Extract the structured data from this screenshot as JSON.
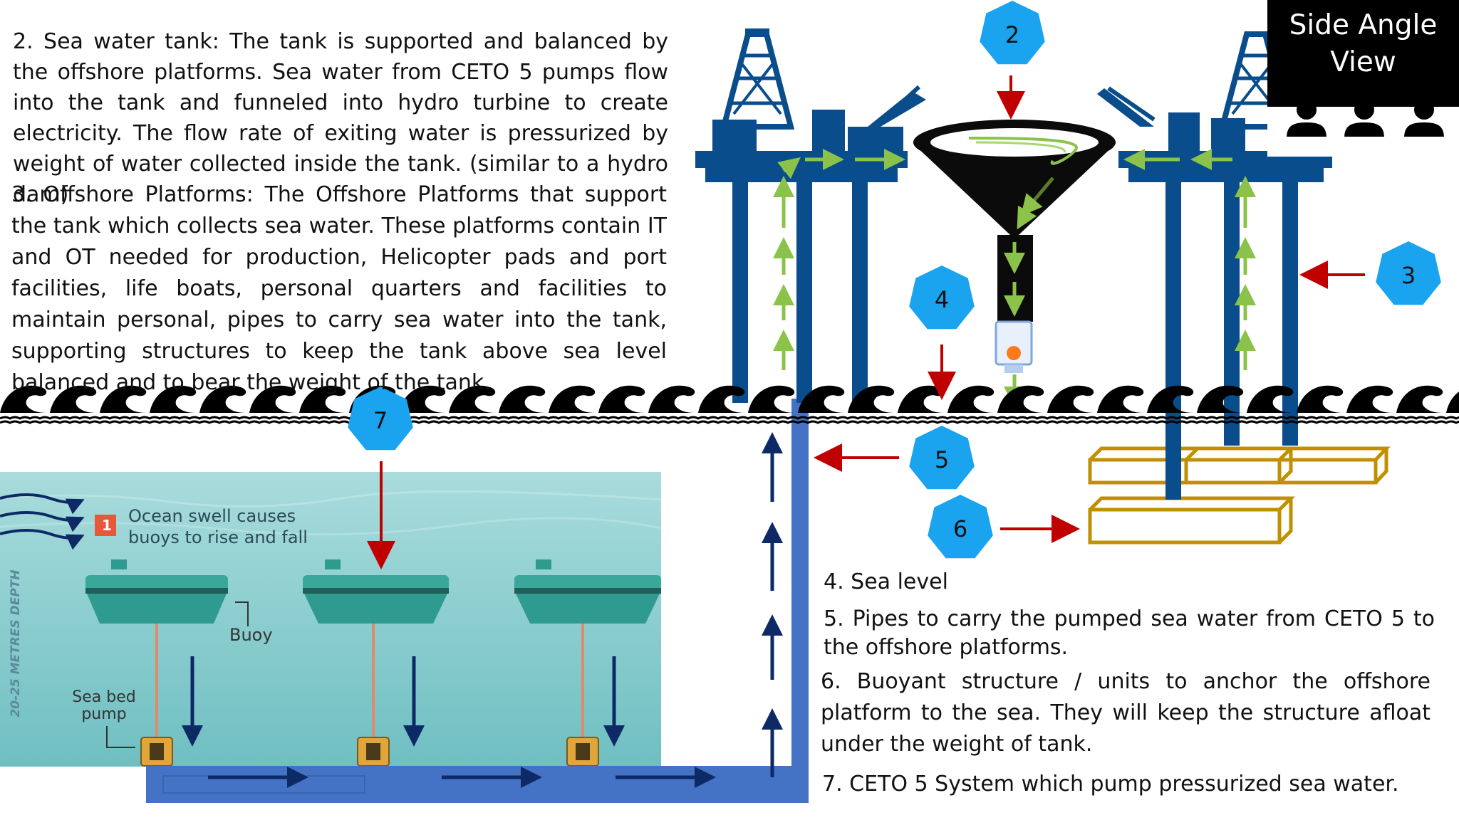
{
  "texts": {
    "item2": "2. Sea water tank: The tank is supported and balanced by the offshore platforms. Sea water from CETO 5 pumps flow into the tank and funneled into hydro turbine to create electricity. The flow rate of exiting water is pressurized by weight of water collected inside the tank. (similar to a hydro dam)",
    "item3": "3. Offshore Platforms: The Offshore Platforms that support the tank which collects sea water. These platforms contain IT and OT needed for production, Helicopter pads and port facilities, life boats, personal quarters and facilities to maintain personal, pipes to carry sea water into the tank, supporting structures to keep the tank above sea level balanced and to bear the weight of the tank.",
    "item4": "4. Sea level",
    "item5": "5. Pipes to carry the pumped sea water from CETO 5 to the offshore platforms.",
    "item6": "6. Buoyant structure / units to anchor the offshore platform to the sea. They will keep the structure afloat under the weight of tank.",
    "item7": "7. CETO 5 System which pump pressurized sea water."
  },
  "view_label": "Side  Angle\nView",
  "markers": [
    "2",
    "3",
    "4",
    "5",
    "6",
    "7"
  ],
  "inset": {
    "callout_number": "1",
    "callout_text": "Ocean swell causes\nbuoys to rise and fall",
    "buoy_label": "Buoy",
    "pump_label": "Sea bed\npump",
    "depth_label": "20-25 METRES DEPTH"
  },
  "icons": {
    "marker": "heptagon-marker-icon",
    "wave": "ocean-wave-icon",
    "audience": "person-icon",
    "platform": "oil-platform-icon",
    "tank": "funnel-tank-icon",
    "turbine": "hydro-turbine-icon",
    "float": "buoyant-block-icon"
  },
  "colors": {
    "marker": "#1aa3ee",
    "pointer": "#c00000",
    "platform": "#0a4d8c",
    "pipe": "#4472c4",
    "flow": "#8bc34a",
    "flow_up": "#0d2a66",
    "float": "#c09000",
    "tank": "#0b0b0b",
    "inset_water": "#7fc8c9"
  }
}
